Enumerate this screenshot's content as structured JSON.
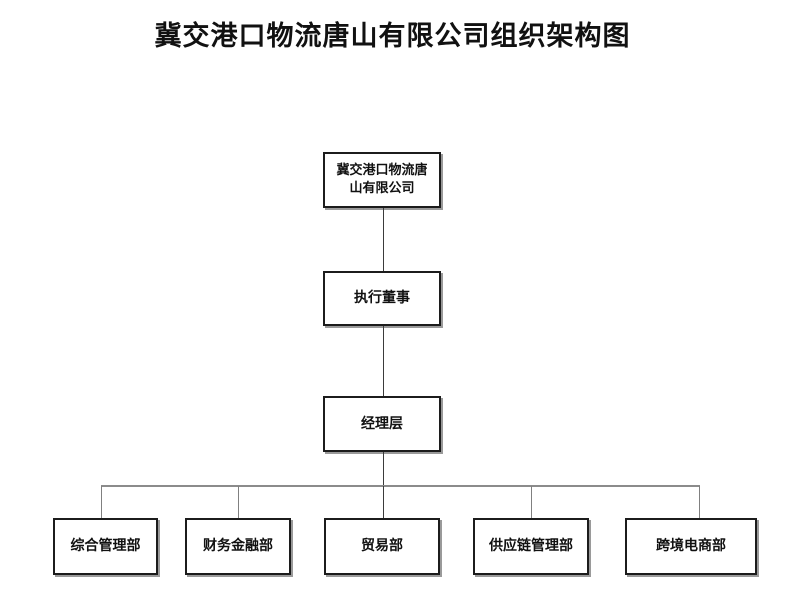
{
  "document": {
    "title": "冀交港口物流唐山有限公司组织架构图",
    "background_color": "#ffffff",
    "box_border_color": "#1c1c1c",
    "connector_color": "#3b3b3b",
    "bus_color": "#8b8b8b",
    "text_color": "#111111"
  },
  "chart_data": {
    "type": "diagram",
    "diagram_type": "organization-chart",
    "title": "冀交港口物流唐山有限公司组织架构图",
    "orientation": "top-down",
    "levels": 4,
    "nodes": [
      {
        "id": "root",
        "label": "冀交港口物流唐\n山有限公司",
        "level": 1,
        "parent": null
      },
      {
        "id": "l2",
        "label": "执行董事",
        "level": 2,
        "parent": "root"
      },
      {
        "id": "l3",
        "label": "经理层",
        "level": 3,
        "parent": "l2"
      },
      {
        "id": "d0",
        "label": "综合管理部",
        "level": 4,
        "parent": "l3"
      },
      {
        "id": "d1",
        "label": "财务金融部",
        "level": 4,
        "parent": "l3"
      },
      {
        "id": "d2",
        "label": "贸易部",
        "level": 4,
        "parent": "l3"
      },
      {
        "id": "d3",
        "label": "供应链管理部",
        "level": 4,
        "parent": "l3"
      },
      {
        "id": "d4",
        "label": "跨境电商部",
        "level": 4,
        "parent": "l3"
      }
    ],
    "edges": [
      {
        "from": "root",
        "to": "l2"
      },
      {
        "from": "l2",
        "to": "l3"
      },
      {
        "from": "l3",
        "to": "d0"
      },
      {
        "from": "l3",
        "to": "d1"
      },
      {
        "from": "l3",
        "to": "d2"
      },
      {
        "from": "l3",
        "to": "d3"
      },
      {
        "from": "l3",
        "to": "d4"
      }
    ]
  },
  "nodes": {
    "root": "冀交港口物流唐\n山有限公司",
    "executive_director": "执行董事",
    "manager_layer": "经理层",
    "departments": [
      "综合管理部",
      "财务金融部",
      "贸易部",
      "供应链管理部",
      "跨境电商部"
    ]
  }
}
